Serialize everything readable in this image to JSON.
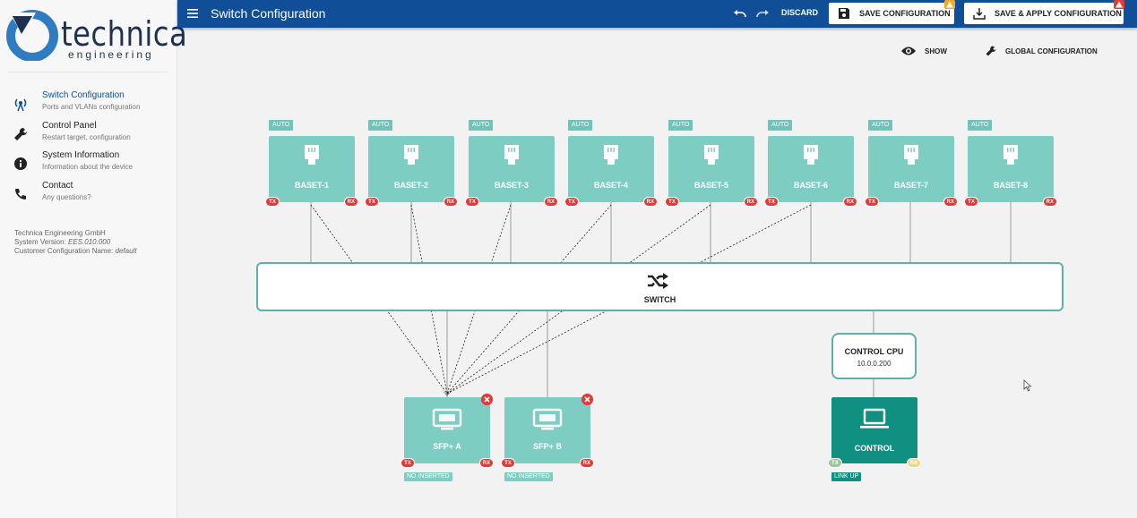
{
  "app": {
    "brand": "technica",
    "brand_sub": "engineering"
  },
  "sidebar": {
    "items": [
      {
        "label": "Switch Configuration",
        "desc": "Ports and VLANs configuration",
        "icon": "antenna-icon"
      },
      {
        "label": "Control Panel",
        "desc": "Restart target, configuration",
        "icon": "wrench-icon"
      },
      {
        "label": "System Information",
        "desc": "Information about the device",
        "icon": "info-icon"
      },
      {
        "label": "Contact",
        "desc": "Any questions?",
        "icon": "phone-icon"
      }
    ],
    "company": "Technica Engineering GmbH",
    "version_label": "System Version:",
    "version": "EES.010.000",
    "config_label": "Customer Configuration Name:",
    "config_name": "default"
  },
  "topbar": {
    "title": "Switch Configuration",
    "discard": "DISCARD",
    "save": "SAVE CONFIGURATION",
    "apply": "SAVE & APPLY CONFIGURATION"
  },
  "toolbar": {
    "show": "SHOW",
    "global": "GLOBAL CONFIGURATION"
  },
  "ports": [
    {
      "name": "BASET-1",
      "mode": "AUTO",
      "tx": "TX",
      "rx": "RX"
    },
    {
      "name": "BASET-2",
      "mode": "AUTO",
      "tx": "TX",
      "rx": "RX"
    },
    {
      "name": "BASET-3",
      "mode": "AUTO",
      "tx": "TX",
      "rx": "RX"
    },
    {
      "name": "BASET-4",
      "mode": "AUTO",
      "tx": "TX",
      "rx": "RX"
    },
    {
      "name": "BASET-5",
      "mode": "AUTO",
      "tx": "TX",
      "rx": "RX"
    },
    {
      "name": "BASET-6",
      "mode": "AUTO",
      "tx": "TX",
      "rx": "RX"
    },
    {
      "name": "BASET-7",
      "mode": "AUTO",
      "tx": "TX",
      "rx": "RX"
    },
    {
      "name": "BASET-8",
      "mode": "AUTO",
      "tx": "TX",
      "rx": "RX"
    }
  ],
  "switch": {
    "label": "SWITCH"
  },
  "sfp": [
    {
      "name": "SFP+ A",
      "tx": "TX",
      "rx": "RX",
      "status": "NO INSERTED"
    },
    {
      "name": "SFP+ B",
      "tx": "TX",
      "rx": "RX",
      "status": "NO INSERTED"
    }
  ],
  "cpu": {
    "title": "CONTROL CPU",
    "ip": "10.0.0.200"
  },
  "control": {
    "name": "CONTROL",
    "tx": "TX",
    "rx": "RX",
    "status": "LINK UP"
  },
  "colors": {
    "primary": "#104e97",
    "port": "#7ecdc3",
    "control": "#0f9081",
    "error": "#e53935",
    "warning": "#f5a623"
  }
}
